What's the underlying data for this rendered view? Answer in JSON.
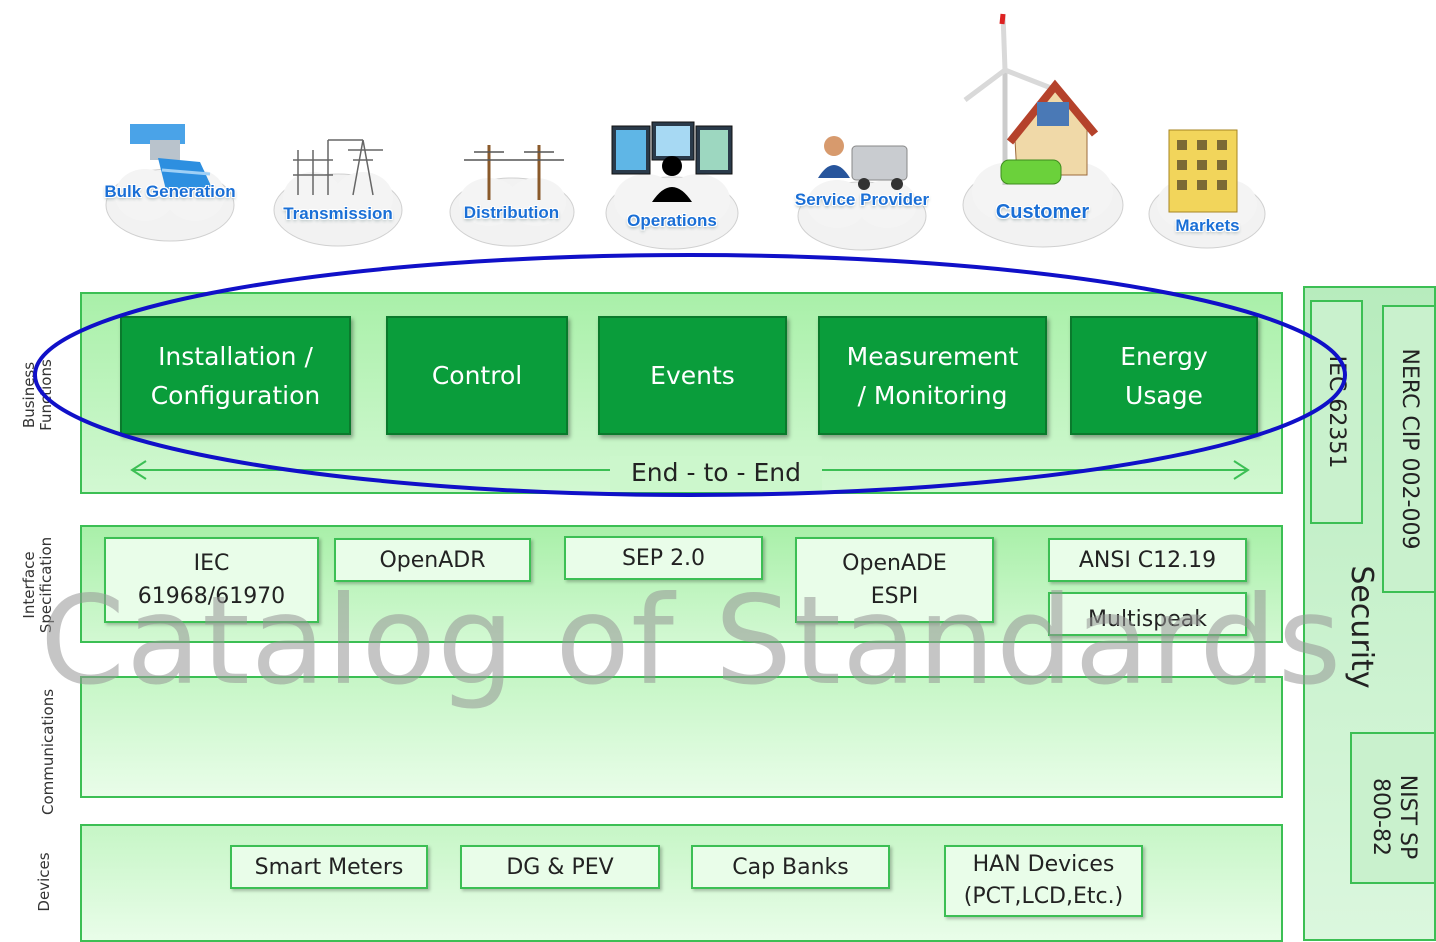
{
  "domains": [
    {
      "label": "Bulk\nGeneration",
      "icon": "hydro-dam-icon"
    },
    {
      "label": "Transmission",
      "icon": "substation-icon"
    },
    {
      "label": "Distribution",
      "icon": "power-pole-icon"
    },
    {
      "label": "Operations",
      "icon": "control-room-icon"
    },
    {
      "label": "Service\nProvider",
      "icon": "service-truck-icon"
    },
    {
      "label": "Customer",
      "icon": "house-wind-turbine-icon"
    },
    {
      "label": "Markets",
      "icon": "building-icon"
    }
  ],
  "layers": {
    "business_functions": "Business\nFunctions",
    "interface_specification": "Interface\nSpecification",
    "communications": "Communications",
    "devices": "Devices"
  },
  "functions": [
    "Installation /\nConfiguration",
    "Control",
    "Events",
    "Measurement\n/ Monitoring",
    "Energy\nUsage"
  ],
  "end_to_end": "End - to - End",
  "interfaces": [
    "IEC\n61968/61970",
    "OpenADR",
    "SEP 2.0",
    "OpenADE\nESPI",
    "ANSI C12.19",
    "Multispeak"
  ],
  "devices": [
    "Smart Meters",
    "DG & PEV",
    "Cap Banks",
    "HAN Devices\n(PCT,LCD,Etc.)"
  ],
  "security": {
    "title": "Security",
    "iec": "IEC 62351",
    "nerc": "NERC CIP 002-009",
    "nist": "NIST SP\n800-82"
  },
  "watermark": "Catalog of Standards",
  "colors": {
    "function_box": "#0a9d3b",
    "band_fill": "#a9f0a9",
    "band_border": "#3cbf54",
    "highlight_ellipse": "#1010c8",
    "domain_label": "#1a6fd6"
  }
}
